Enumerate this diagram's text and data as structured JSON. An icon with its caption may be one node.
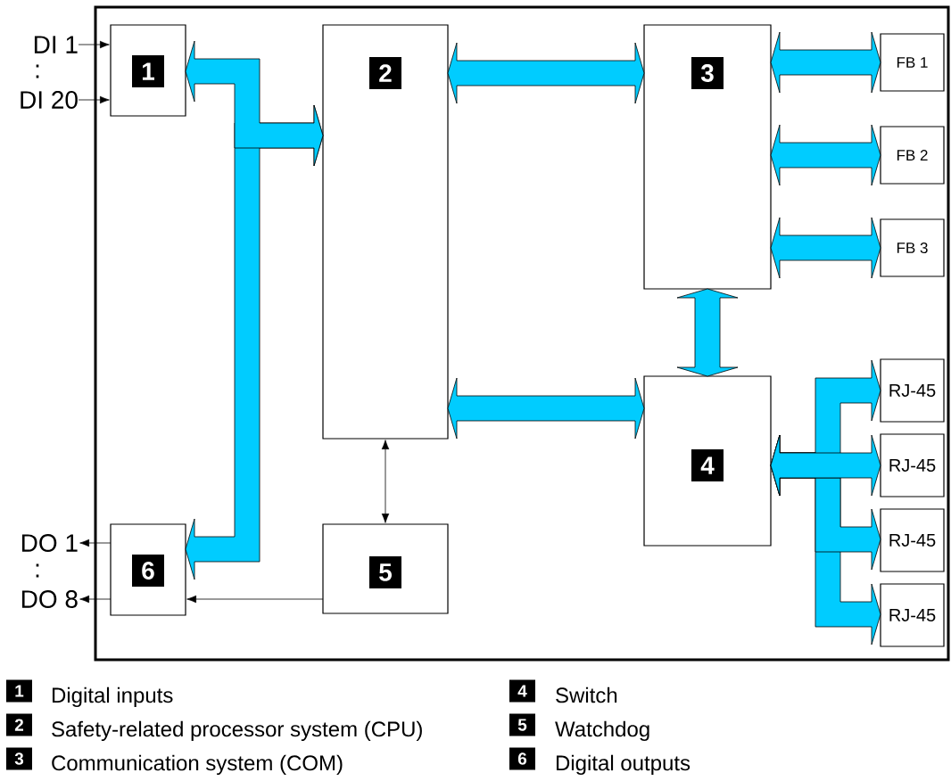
{
  "diagram": {
    "nodes": [
      {
        "text": [],
        "shape": "box"
      },
      {
        "text": [
          "1"
        ],
        "in": 0
      },
      {
        "text": [
          "2"
        ],
        "in": 0
      },
      {
        "text": [
          "3"
        ],
        "in": 0
      },
      {
        "text": [
          "4"
        ],
        "in": 0
      },
      {
        "text": [
          "5"
        ],
        "in": 0
      },
      {
        "text": [
          "6"
        ],
        "in": 0
      },
      {
        "text": [
          "FB 1"
        ],
        "in": 0
      },
      {
        "text": [
          "FB 2"
        ],
        "in": 0
      },
      {
        "text": [
          "FB 3"
        ],
        "in": 0
      },
      {
        "text": [
          "RJ-45"
        ],
        "in": 0
      },
      {
        "text": [
          "RJ-45"
        ],
        "in": 0
      },
      {
        "text": [
          "RJ-45"
        ],
        "in": 0
      },
      {
        "text": [
          "RJ-45"
        ],
        "in": 0
      },
      {
        "text": [
          "DI 1"
        ]
      },
      {
        "text": [
          "DI 20"
        ]
      },
      {
        "text": [
          "DO 1"
        ]
      },
      {
        "text": [
          "DO 8"
        ]
      }
    ],
    "edges": [
      {
        "from": 14,
        "to": 1,
        "arrow": "to",
        "color": "#000000"
      },
      {
        "from": 15,
        "to": 1,
        "arrow": "to",
        "color": "#000000"
      },
      {
        "from": 6,
        "to": 16,
        "arrow": "to",
        "color": "#000000"
      },
      {
        "from": 6,
        "to": 17,
        "arrow": "to",
        "color": "#000000"
      },
      {
        "from": 2,
        "to": 1,
        "arrow": "both",
        "style": "thick"
      },
      {
        "from": 2,
        "to": 6,
        "arrow": "both",
        "style": "thick"
      },
      {
        "from": 2,
        "to": 3,
        "arrow": "both",
        "style": "thick"
      },
      {
        "from": 3,
        "to": 7,
        "arrow": "both",
        "style": "thick"
      },
      {
        "from": 3,
        "to": 8,
        "arrow": "both",
        "style": "thick"
      },
      {
        "from": 3,
        "to": 9,
        "arrow": "both",
        "style": "thick"
      },
      {
        "from": 3,
        "to": 4,
        "arrow": "both",
        "style": "thick"
      },
      {
        "from": 2,
        "to": 4,
        "arrow": "both",
        "style": "thick"
      },
      {
        "from": 4,
        "to": 10,
        "arrow": "both",
        "style": "thick"
      },
      {
        "from": 4,
        "to": 11,
        "arrow": "both",
        "style": "thick"
      },
      {
        "from": 4,
        "to": 12,
        "arrow": "both",
        "style": "thick"
      },
      {
        "from": 4,
        "to": 13,
        "arrow": "both",
        "style": "thick"
      },
      {
        "from": 2,
        "to": 5,
        "arrow": "both",
        "color": "#000000"
      },
      {
        "from": 5,
        "to": 6,
        "arrow": "to",
        "color": "#000000"
      }
    ],
    "labels": [
      ":",
      ":",
      "1",
      "2",
      "3",
      "4",
      "5",
      "6"
    ],
    "legend": [
      {
        "text": "Digital inputs"
      },
      {
        "text": "Safety-related processor system (CPU)"
      },
      {
        "text": "Communication system (COM)"
      },
      {
        "text": "Switch"
      },
      {
        "text": "Watchdog"
      },
      {
        "text": "Digital outputs"
      }
    ]
  }
}
